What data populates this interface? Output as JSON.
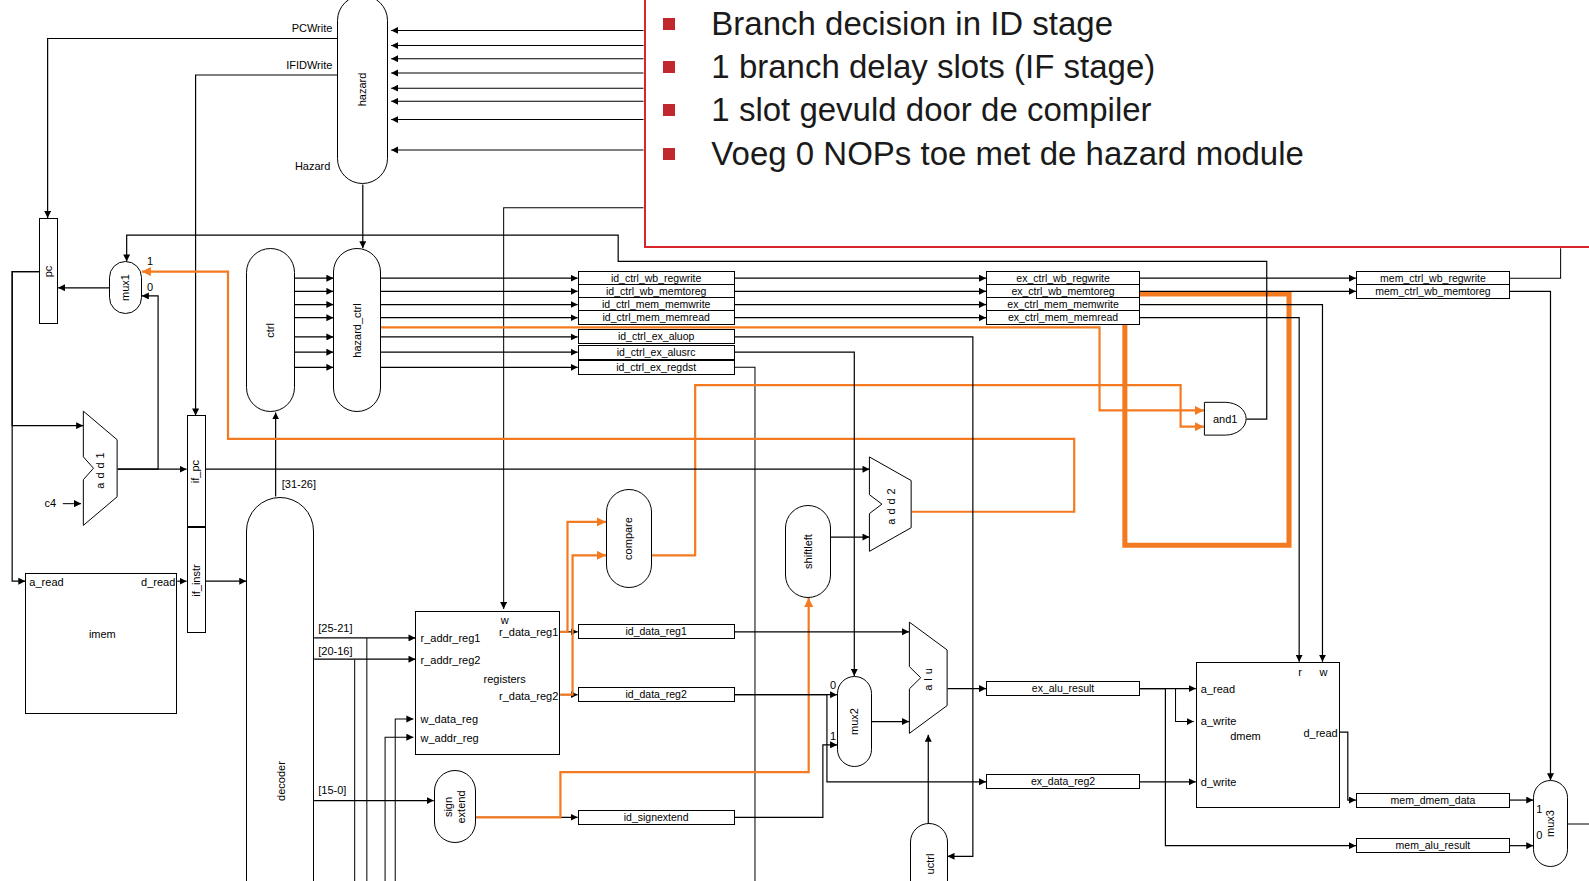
{
  "diagram": {
    "nodes": [
      {
        "text": [
          "Branch decision in ID stage",
          "1 branch delay slots (IF stage)",
          "1 slot gevuld door de compiler",
          "Voeg 0 NOPs toe met de hazard module"
        ]
      },
      {
        "text": [
          "hazard"
        ]
      },
      {
        "text": [
          "pc"
        ]
      },
      {
        "text": [
          "mux1"
        ]
      },
      {
        "text": [
          "ctrl"
        ]
      },
      {
        "text": [
          "hazard_ctrl"
        ]
      },
      {
        "text": [
          "id_ctrl_wb_regwrite"
        ]
      },
      {
        "text": [
          "id_ctrl_wb_memtoreg"
        ]
      },
      {
        "text": [
          "id_ctrl_mem_memwrite"
        ]
      },
      {
        "text": [
          "id_ctrl_mem_memread"
        ]
      },
      {
        "text": [
          "id_ctrl_ex_aluop"
        ]
      },
      {
        "text": [
          "id_ctrl_ex_alusrc"
        ]
      },
      {
        "text": [
          "id_ctrl_ex_regdst"
        ]
      },
      {
        "text": [
          "ex_ctrl_wb_regwrite"
        ]
      },
      {
        "text": [
          "ex_ctrl_wb_memtoreg"
        ]
      },
      {
        "text": [
          "ex_ctrl_mem_memwrite"
        ]
      },
      {
        "text": [
          "ex_ctrl_mem_memread"
        ]
      },
      {
        "text": [
          "mem_ctrl_wb_regwrite"
        ]
      },
      {
        "text": [
          "mem_ctrl_wb_memtoreg"
        ]
      },
      {
        "text": [
          "and1"
        ]
      },
      {
        "text": [
          "add1"
        ]
      },
      {
        "text": [
          "if_pc"
        ]
      },
      {
        "text": [
          "if_instr"
        ]
      },
      {
        "text": [
          "add2"
        ]
      },
      {
        "text": [
          "compare"
        ]
      },
      {
        "text": [
          "shiftleft"
        ]
      },
      {
        "text": [
          "a_read",
          "d_read",
          "imem"
        ]
      },
      {
        "text": [
          "w",
          "r_addr_reg1",
          "r_data_reg1",
          "r_addr_reg2",
          "registers",
          "r_data_reg2",
          "w_data_reg",
          "w_addr_reg"
        ]
      },
      {
        "text": [
          "id_data_reg1"
        ]
      },
      {
        "text": [
          "id_data_reg2"
        ]
      },
      {
        "text": [
          "alu"
        ]
      },
      {
        "text": [
          "mux2"
        ]
      },
      {
        "text": [
          "ex_alu_result"
        ]
      },
      {
        "text": [
          "r",
          "w",
          "a_read",
          "a_write",
          "dmem",
          "d_read",
          "d_write"
        ]
      },
      {
        "text": [
          "decoder"
        ]
      },
      {
        "text": [
          "sign extend"
        ]
      },
      {
        "text": [
          "id_signextend"
        ]
      },
      {
        "text": [
          "ex_data_reg2"
        ]
      },
      {
        "text": [
          "mem_dmem_data"
        ]
      },
      {
        "text": [
          "mux3"
        ]
      },
      {
        "text": [
          "mem_alu_result"
        ]
      },
      {
        "text": [
          "uctrl"
        ]
      }
    ],
    "edges": [
      {
        "from": 2,
        "to": 26,
        "arrow": "to"
      },
      {
        "from": 2,
        "to": 20,
        "arrow": "to"
      },
      {
        "from": 20,
        "to": 3,
        "arrow": "to"
      },
      {
        "from": 20,
        "to": 21,
        "arrow": "to"
      },
      {
        "from": 3,
        "to": 2,
        "arrow": "to"
      },
      {
        "from": 26,
        "to": 22,
        "arrow": "to"
      },
      {
        "from": 22,
        "to": 34,
        "arrow": "to"
      },
      {
        "from": 34,
        "to": 4,
        "arrow": "to"
      },
      {
        "from": 1,
        "to": 2,
        "arrow": "to"
      },
      {
        "from": 1,
        "to": 21,
        "arrow": "to"
      },
      {
        "from": 1,
        "to": 5,
        "arrow": "to"
      },
      {
        "from": 4,
        "to": 5,
        "arrow": "to"
      },
      {
        "from": 4,
        "to": 5,
        "arrow": "to"
      },
      {
        "from": 4,
        "to": 5,
        "arrow": "to"
      },
      {
        "from": 4,
        "to": 5,
        "arrow": "to"
      },
      {
        "from": 4,
        "to": 5,
        "arrow": "to"
      },
      {
        "from": 4,
        "to": 5,
        "arrow": "to"
      },
      {
        "from": 4,
        "to": 5,
        "arrow": "to"
      },
      {
        "from": 5,
        "to": 6,
        "arrow": "to"
      },
      {
        "from": 5,
        "to": 7,
        "arrow": "to"
      },
      {
        "from": 5,
        "to": 8,
        "arrow": "to"
      },
      {
        "from": 5,
        "to": 9,
        "arrow": "to"
      },
      {
        "from": 5,
        "to": 10,
        "arrow": "to"
      },
      {
        "from": 5,
        "to": 11,
        "arrow": "to"
      },
      {
        "from": 5,
        "to": 12,
        "arrow": "to"
      },
      {
        "from": 6,
        "to": 13,
        "arrow": "to"
      },
      {
        "from": 7,
        "to": 14,
        "arrow": "to"
      },
      {
        "from": 8,
        "to": 15,
        "arrow": "to"
      },
      {
        "from": 9,
        "to": 16,
        "arrow": "to"
      },
      {
        "from": 13,
        "to": 17,
        "arrow": "to"
      },
      {
        "from": 14,
        "to": 18,
        "arrow": "to"
      },
      {
        "from": 15,
        "to": 33,
        "arrow": "to"
      },
      {
        "from": 16,
        "to": 33,
        "arrow": "to"
      },
      {
        "from": 18,
        "to": 39,
        "arrow": "to"
      },
      {
        "from": 5,
        "to": 19,
        "arrow": "to"
      },
      {
        "from": 24,
        "to": 19,
        "arrow": "to"
      },
      {
        "from": 19,
        "to": 3,
        "arrow": "to"
      },
      {
        "from": 23,
        "to": 3,
        "arrow": "to"
      },
      {
        "from": 21,
        "to": 23,
        "arrow": "to"
      },
      {
        "from": 25,
        "to": 23,
        "arrow": "to"
      },
      {
        "from": 35,
        "to": 36,
        "arrow": "to"
      },
      {
        "from": 35,
        "to": 25,
        "arrow": "to"
      },
      {
        "from": 27,
        "to": 28,
        "arrow": "to"
      },
      {
        "from": 27,
        "to": 29,
        "arrow": "to"
      },
      {
        "from": 27,
        "to": 24,
        "arrow": "to"
      },
      {
        "from": 27,
        "to": 24,
        "arrow": "to"
      },
      {
        "from": 34,
        "to": 27,
        "arrow": "to"
      },
      {
        "from": 34,
        "to": 27,
        "arrow": "to"
      },
      {
        "from": 34,
        "to": 35,
        "arrow": "to"
      },
      {
        "from": 28,
        "to": 30,
        "arrow": "to"
      },
      {
        "from": 29,
        "to": 31,
        "arrow": "to"
      },
      {
        "from": 36,
        "to": 31,
        "arrow": "to"
      },
      {
        "from": 29,
        "to": 37,
        "arrow": "to"
      },
      {
        "from": 31,
        "to": 30,
        "arrow": "to"
      },
      {
        "from": 11,
        "to": 31,
        "arrow": "to"
      },
      {
        "from": 10,
        "to": 41,
        "arrow": "to"
      },
      {
        "from": 30,
        "to": 32,
        "arrow": "to"
      },
      {
        "from": 32,
        "to": 33,
        "arrow": "to"
      },
      {
        "from": 32,
        "to": 40,
        "arrow": "to"
      },
      {
        "from": 37,
        "to": 33,
        "arrow": "to"
      },
      {
        "from": 33,
        "to": 38,
        "arrow": "to"
      },
      {
        "from": 38,
        "to": 39,
        "arrow": "to"
      },
      {
        "from": 40,
        "to": 39,
        "arrow": "to"
      },
      {
        "from": 41,
        "to": 30,
        "arrow": "to"
      }
    ],
    "labels": [
      "PCWrite",
      "IFIDWrite",
      "Hazard",
      "1",
      "0",
      "c4",
      "[31-26]",
      "[25-21]",
      "[20-16]",
      "[15-0]",
      "0",
      "1",
      "1",
      "0"
    ]
  }
}
